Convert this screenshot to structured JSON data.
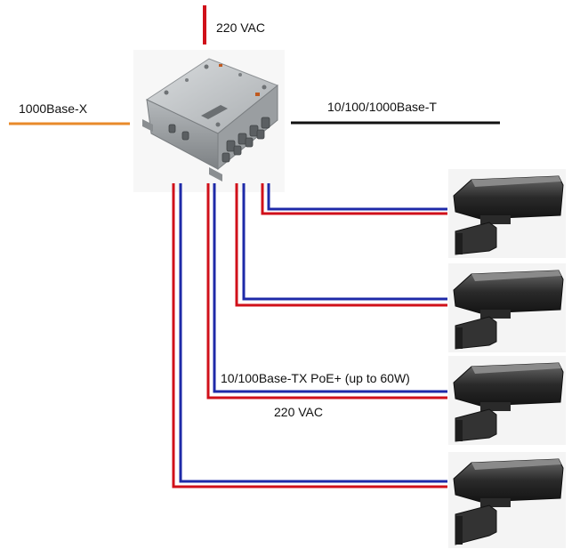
{
  "labels": {
    "power_top": "220 VAC",
    "uplink_fiber": "1000Base-X",
    "uplink_copper": "10/100/1000Base-T",
    "poe_ports": "10/100Base-TX PoE+ (up to 60W)",
    "power_bottom": "220 VAC"
  },
  "colors": {
    "power": "#d0101a",
    "data": "#1e2aa8",
    "fiber": "#e88a2a",
    "copper": "#111111",
    "enclosure": "#b9bdc0"
  },
  "devices": {
    "switch": "explosion-proof-switch-enclosure",
    "cameras": [
      "camera-1",
      "camera-2",
      "camera-3",
      "camera-4"
    ]
  }
}
